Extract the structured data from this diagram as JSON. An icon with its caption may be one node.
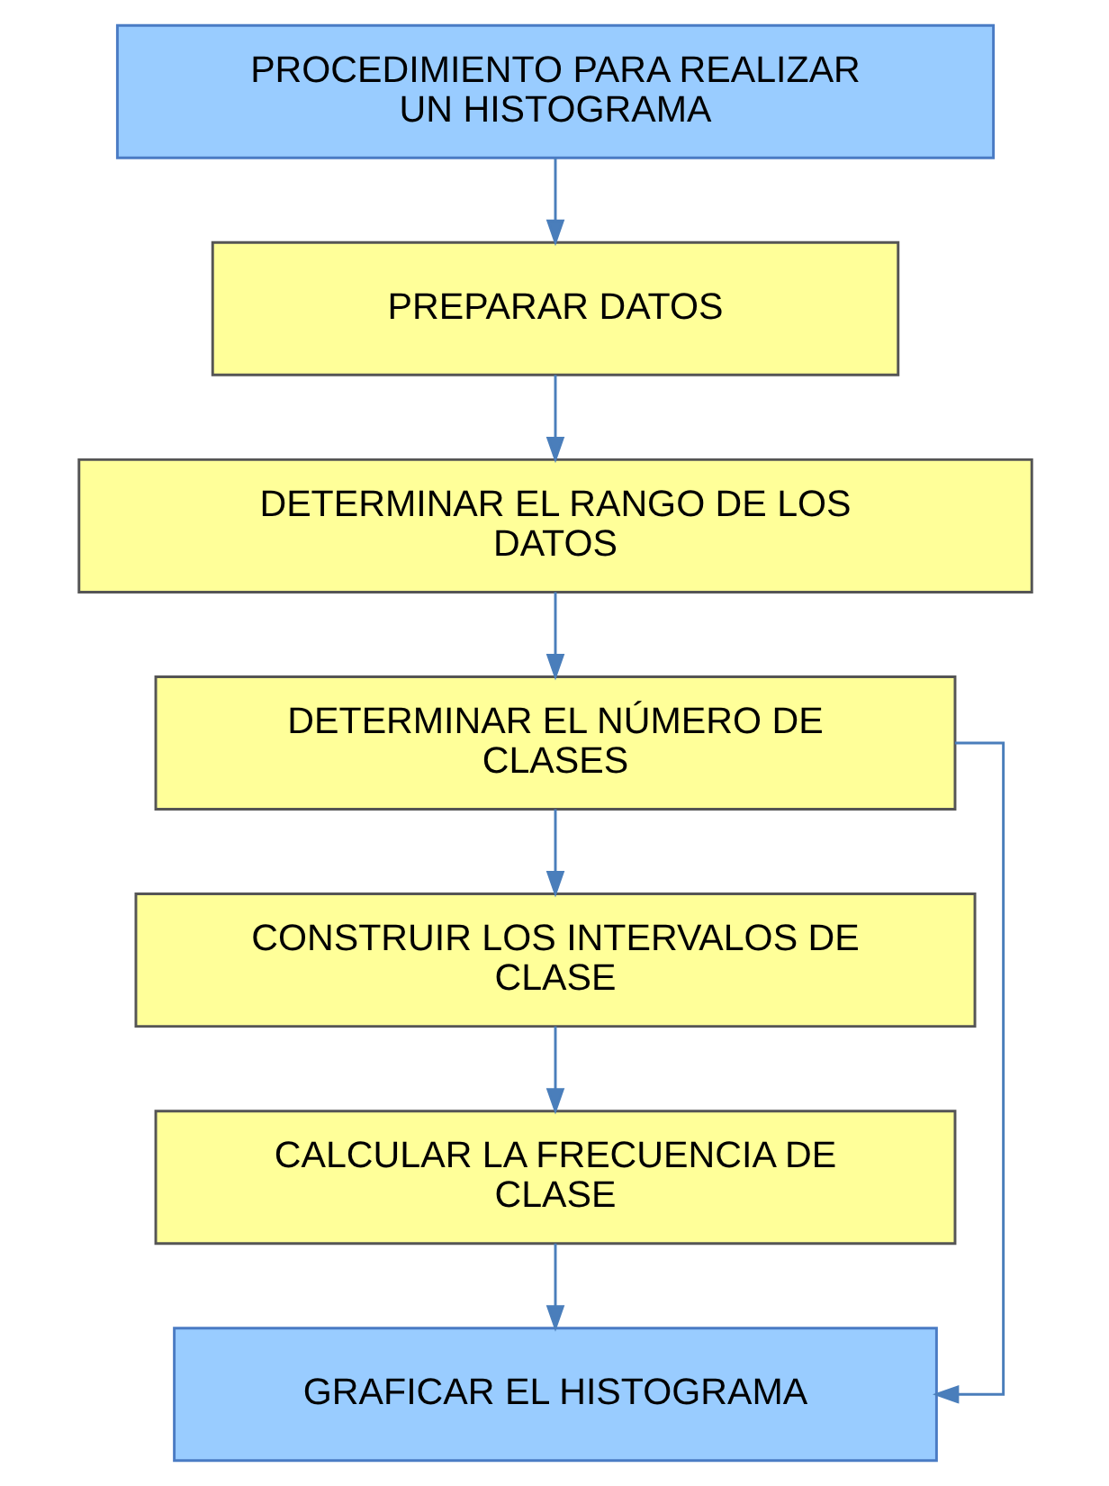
{
  "diagram": {
    "nodes": [
      {
        "text": [
          "PROCEDIMIENTO PARA REALIZAR UN HISTOGRAMA"
        ]
      },
      {
        "text": [
          "PREPARAR DATOS"
        ]
      },
      {
        "text": [
          "DETERMINAR EL RANGO DE LOS DATOS"
        ]
      },
      {
        "text": [
          "DETERMINAR EL NÚMERO DE CLASES"
        ]
      },
      {
        "text": [
          "CONSTRUIR LOS INTERVALOS DE CLASE"
        ]
      },
      {
        "text": [
          "CALCULAR LA FRECUENCIA DE CLASE"
        ]
      },
      {
        "text": [
          "GRAFICAR EL HISTOGRAMA"
        ]
      }
    ],
    "edges": [
      {
        "from": 0,
        "to": 1,
        "arrow": "to"
      },
      {
        "from": 1,
        "to": 2,
        "arrow": "to"
      },
      {
        "from": 2,
        "to": 3,
        "arrow": "to"
      },
      {
        "from": 3,
        "to": 4,
        "arrow": "to"
      },
      {
        "from": 4,
        "to": 5,
        "arrow": "to"
      },
      {
        "from": 5,
        "to": 6,
        "arrow": "to"
      },
      {
        "from": 3,
        "to": 6,
        "arrow": "to"
      }
    ]
  }
}
